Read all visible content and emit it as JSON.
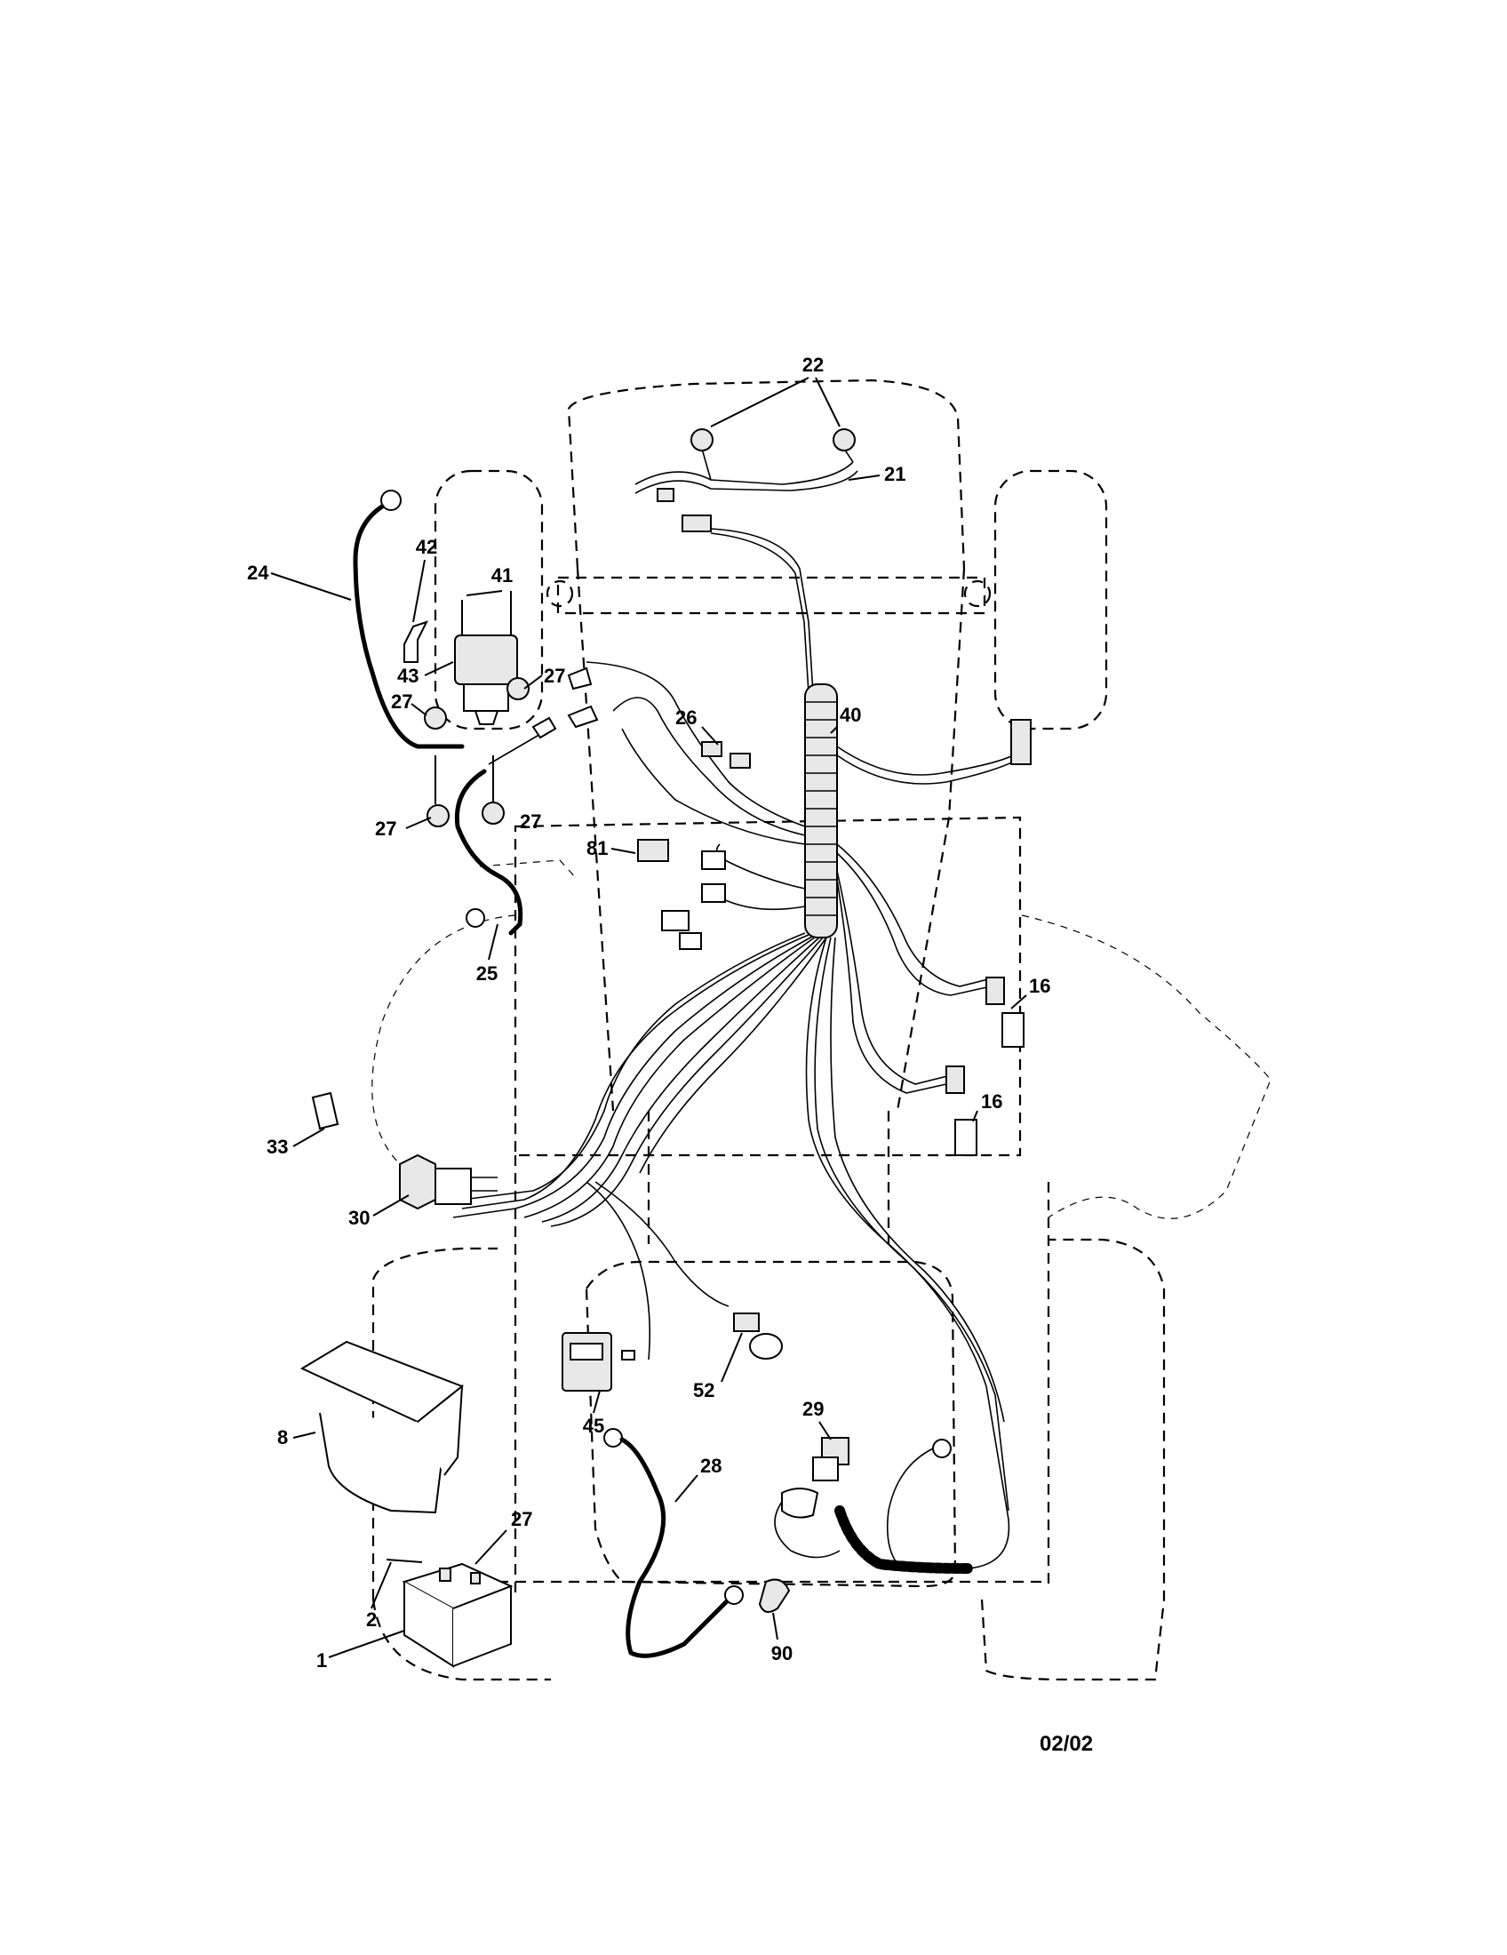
{
  "callouts": [
    {
      "id": "22",
      "label": "22"
    },
    {
      "id": "21",
      "label": "21"
    },
    {
      "id": "24",
      "label": "24"
    },
    {
      "id": "42",
      "label": "42"
    },
    {
      "id": "41",
      "label": "41"
    },
    {
      "id": "43",
      "label": "43"
    },
    {
      "id": "27a",
      "label": "27"
    },
    {
      "id": "27b",
      "label": "27"
    },
    {
      "id": "27c",
      "label": "27"
    },
    {
      "id": "27d",
      "label": "27"
    },
    {
      "id": "27e",
      "label": "27"
    },
    {
      "id": "26",
      "label": "26"
    },
    {
      "id": "40",
      "label": "40"
    },
    {
      "id": "81",
      "label": "81"
    },
    {
      "id": "25",
      "label": "25"
    },
    {
      "id": "16a",
      "label": "16"
    },
    {
      "id": "16b",
      "label": "16"
    },
    {
      "id": "33",
      "label": "33"
    },
    {
      "id": "30",
      "label": "30"
    },
    {
      "id": "45",
      "label": "45"
    },
    {
      "id": "52",
      "label": "52"
    },
    {
      "id": "29",
      "label": "29"
    },
    {
      "id": "28",
      "label": "28"
    },
    {
      "id": "8",
      "label": "8"
    },
    {
      "id": "2",
      "label": "2"
    },
    {
      "id": "1",
      "label": "1"
    },
    {
      "id": "90",
      "label": "90"
    }
  ],
  "footer": {
    "date_code": "02/02"
  }
}
